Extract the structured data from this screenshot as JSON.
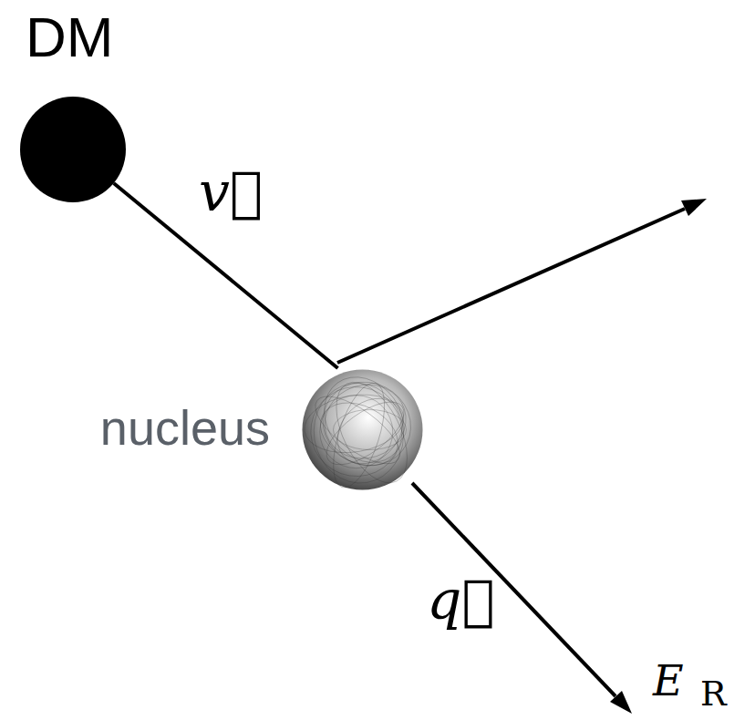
{
  "diagram": {
    "nodes": [
      {
        "text": [
          "DM"
        ]
      },
      {
        "text": [
          "nucleus"
        ]
      }
    ],
    "edges": [
      {
        "from": 0,
        "to": 1,
        "arrow": "none"
      }
    ],
    "labels": [
      "v⃗",
      "q⃗",
      "E",
      "R"
    ]
  }
}
